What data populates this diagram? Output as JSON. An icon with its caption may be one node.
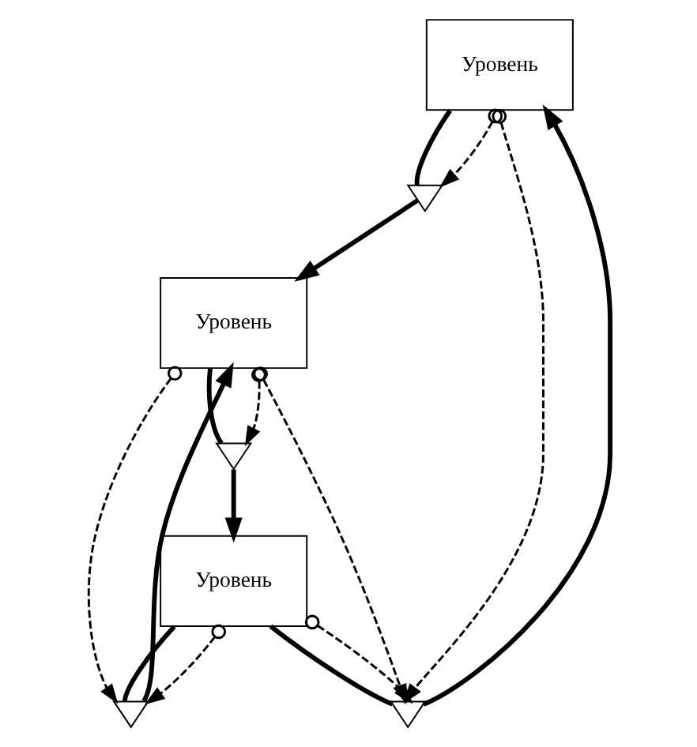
{
  "diagram": {
    "nodes": [
      {
        "text": [
          "Уровень"
        ]
      },
      {
        "text": [
          "Уровень"
        ]
      },
      {
        "text": [
          "Уровень"
        ]
      },
      {
        "text": [],
        "shape": "valve"
      },
      {
        "text": [],
        "shape": "valve"
      },
      {
        "text": [],
        "shape": "valve"
      },
      {
        "text": [],
        "shape": "valve"
      }
    ],
    "edges": [
      {
        "from": 1,
        "to": 4,
        "arrow": "none"
      },
      {
        "from": 4,
        "to": 0,
        "arrow": "to"
      },
      {
        "from": 0,
        "to": 3,
        "arrow": "none"
      },
      {
        "from": 3,
        "to": 2,
        "arrow": "to"
      },
      {
        "from": 1,
        "to": 5,
        "arrow": "none"
      },
      {
        "from": 5,
        "to": 2,
        "arrow": "to"
      },
      {
        "from": 2,
        "to": 6,
        "arrow": "none"
      },
      {
        "from": 6,
        "to": 1,
        "arrow": "to"
      },
      {
        "from": 0,
        "to": 4,
        "arrow": "to",
        "style": "dashed"
      },
      {
        "from": 0,
        "to": 3,
        "arrow": "to",
        "style": "dashed"
      },
      {
        "from": 1,
        "to": 4,
        "arrow": "to",
        "style": "dashed"
      },
      {
        "from": 2,
        "to": 4,
        "arrow": "to",
        "style": "dashed"
      },
      {
        "from": 1,
        "to": 5,
        "arrow": "to",
        "style": "dashed"
      },
      {
        "from": 2,
        "to": 5,
        "arrow": "to",
        "style": "dashed"
      },
      {
        "from": 2,
        "to": 6,
        "arrow": "to",
        "style": "dashed"
      }
    ]
  }
}
